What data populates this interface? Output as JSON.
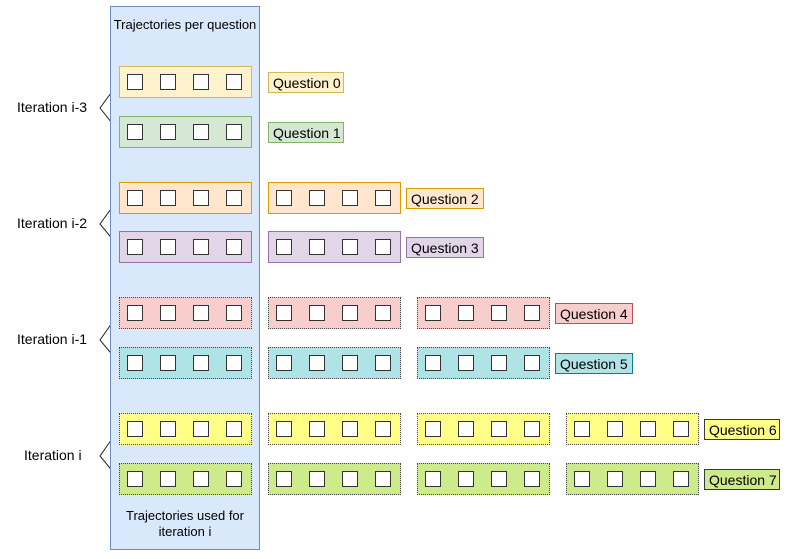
{
  "panel": {
    "title": "Trajectories per question",
    "footer_line1": "Trajectories used for",
    "footer_line2": "iteration i"
  },
  "iterations": [
    {
      "label": "Iteration i-3"
    },
    {
      "label": "Iteration i-2"
    },
    {
      "label": "Iteration i-1"
    },
    {
      "label": "Iteration i"
    }
  ],
  "questions": [
    {
      "label": "Question 0",
      "fill": "#fff2cc",
      "stroke": "#d6b656",
      "groups": 1,
      "style": "solid"
    },
    {
      "label": "Question 1",
      "fill": "#d5e8d4",
      "stroke": "#82b366",
      "groups": 1,
      "style": "solid"
    },
    {
      "label": "Question 2",
      "fill": "#ffe6cc",
      "stroke": "#d79b00",
      "groups": 2,
      "style": "solid"
    },
    {
      "label": "Question 3",
      "fill": "#e1d5e7",
      "stroke": "#9673a6",
      "groups": 2,
      "style": "solid"
    },
    {
      "label": "Question 4",
      "fill": "#f8cecc",
      "stroke": "#b85450",
      "groups": 3,
      "style": "dotted"
    },
    {
      "label": "Question 5",
      "fill": "#b0e3e6",
      "stroke": "#0e8088",
      "groups": 3,
      "style": "dotted"
    },
    {
      "label": "Question 6",
      "fill": "#ffff88",
      "stroke": "#36393d",
      "groups": 4,
      "style": "dotted"
    },
    {
      "label": "Question 7",
      "fill": "#cdeb8b",
      "stroke": "#36393d",
      "groups": 4,
      "style": "dotted"
    }
  ]
}
